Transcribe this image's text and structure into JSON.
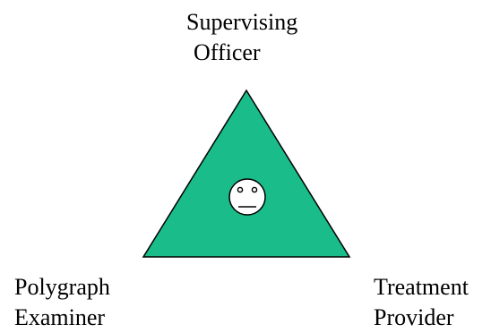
{
  "diagram": {
    "top_role": [
      "Supervising",
      "Officer"
    ],
    "left_role": [
      "Polygraph",
      "Examiner"
    ],
    "right_role": [
      "Treatment",
      "Provider"
    ],
    "triangle_fill": "#1ABC8A",
    "triangle_stroke": "#000000",
    "center_icon": "neutral-face-icon"
  }
}
